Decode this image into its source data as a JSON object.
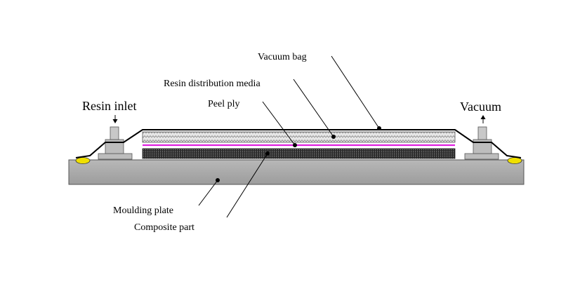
{
  "labels": {
    "vacuum_bag": "Vacuum bag",
    "resin_distribution_media": "Resin distribution media",
    "peel_ply": "Peel ply",
    "resin_inlet": "Resin inlet",
    "vacuum": "Vacuum",
    "moulding_plate": "Moulding plate",
    "composite_part": "Composite part"
  },
  "colors": {
    "moulding_plate": "#a9a9a9",
    "fitting": "#b5b5b5",
    "peel_ply": "#e020e0",
    "sealant_tape": "#f0e000",
    "bag_line": "#000000"
  }
}
